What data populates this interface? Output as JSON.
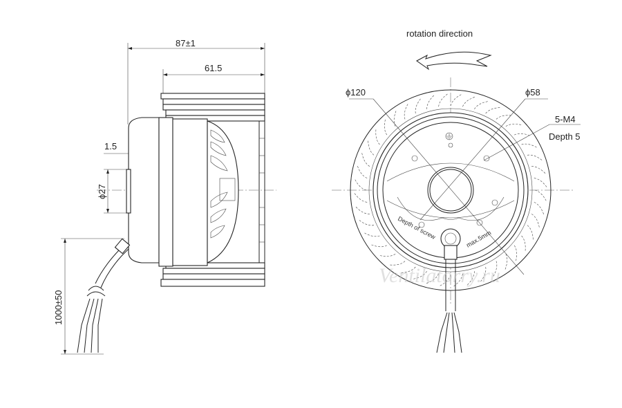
{
  "side_view": {
    "overall_length": "87±1",
    "impeller_length": "61.5",
    "flange_thickness": "1.5",
    "hub_diameter": "ϕ27",
    "cable_length": "1000±50"
  },
  "front_view": {
    "rotation_label": "rotation direction",
    "outer_diameter": "ϕ120",
    "inner_diameter": "ϕ58",
    "screw_spec_line1": "5-M4",
    "screw_spec_line2": "Depth 5",
    "screw_note_left": "Depth of screw",
    "screw_note_right": "max.5mm"
  },
  "watermark": "Ventilatorry.ru",
  "colors": {
    "line": "#222222",
    "watermark": "#c8c8c8",
    "background": "#ffffff"
  }
}
